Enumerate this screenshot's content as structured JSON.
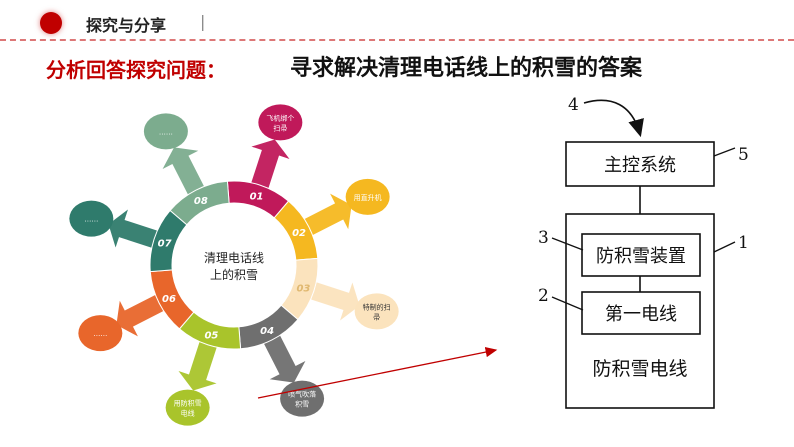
{
  "header": {
    "section_label": "探究与分享",
    "separator": "|"
  },
  "question_title": "分析回答探究问题：",
  "answer_title": "寻求解决清理电话线上的积雪的答案",
  "radial": {
    "center_text_line1": "清理电话线",
    "center_text_line2": "上的积雪",
    "segments": [
      {
        "number": "01",
        "color": "#c0195a",
        "label_lines": [
          "飞机绑个",
          "扫帚"
        ]
      },
      {
        "number": "02",
        "color": "#f5b820",
        "label_lines": [
          "用直升机"
        ]
      },
      {
        "number": "03",
        "color": "#fbe3bd",
        "label_lines": [
          "特制的扫",
          "帚"
        ]
      },
      {
        "number": "04",
        "color": "#6f6f6f",
        "label_lines": [
          "喷气吹落",
          "积雪"
        ]
      },
      {
        "number": "05",
        "color": "#a9c42b",
        "label_lines": [
          "用防积雪",
          "电线"
        ]
      },
      {
        "number": "06",
        "color": "#e8662b",
        "label_lines": [
          "……"
        ]
      },
      {
        "number": "07",
        "color": "#2f7b6c",
        "label_lines": [
          "……"
        ]
      },
      {
        "number": "08",
        "color": "#7cac8e",
        "label_lines": [
          "……"
        ]
      }
    ]
  },
  "patent": {
    "label_4": "4",
    "label_5": "5",
    "label_3": "3",
    "label_2": "2",
    "label_1": "1",
    "main_control": "主控系统",
    "anti_snow_device": "防积雪装置",
    "first_wire": "第一电线",
    "anti_snow_wire": "防积雪电线"
  }
}
